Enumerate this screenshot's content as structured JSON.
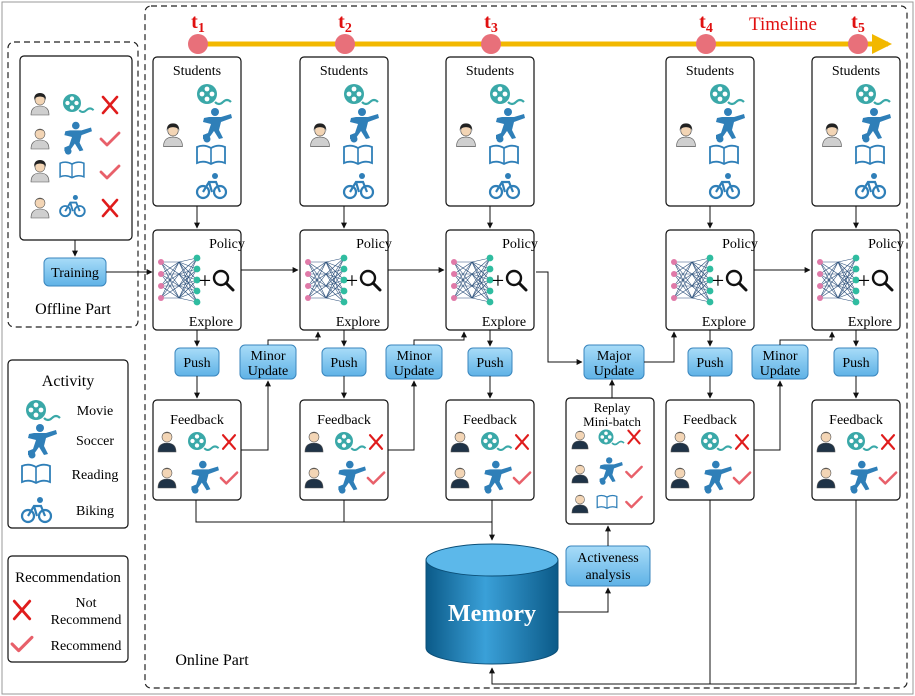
{
  "timeline": {
    "label": "Timeline",
    "ticks": [
      {
        "base": "t",
        "sub": "1"
      },
      {
        "base": "t",
        "sub": "2"
      },
      {
        "base": "t",
        "sub": "3"
      },
      {
        "base": "t",
        "sub": "4"
      },
      {
        "base": "t",
        "sub": "5"
      }
    ]
  },
  "offline": {
    "title": "Offline Part",
    "training_label": "Training"
  },
  "online": {
    "title": "Online Part"
  },
  "stage_labels": {
    "students": "Students",
    "policy": "Policy",
    "explore": "Explore",
    "feedback": "Feedback",
    "push": "Push",
    "minor_update": [
      "Minor",
      "Update"
    ],
    "major_update": [
      "Major",
      "Update"
    ],
    "replay": [
      "Replay",
      "Mini-batch"
    ],
    "activeness": [
      "Activeness",
      "analysis"
    ],
    "memory": "Memory"
  },
  "activity_legend": {
    "title": "Activity",
    "items": [
      {
        "icon": "movie-icon",
        "label": "Movie"
      },
      {
        "icon": "soccer-icon",
        "label": "Soccer"
      },
      {
        "icon": "reading-icon",
        "label": "Reading"
      },
      {
        "icon": "biking-icon",
        "label": "Biking"
      }
    ]
  },
  "recommendation_legend": {
    "title": "Recommendation",
    "items": [
      {
        "icon": "cross-icon",
        "label": [
          "Not",
          "Recommend"
        ]
      },
      {
        "icon": "check-icon",
        "label": [
          "Recommend"
        ]
      }
    ]
  },
  "colors": {
    "timeline": "#f2b800",
    "tick_dot": "#e8707a",
    "tick_text": "#e01010",
    "icon_blue": "#2f7fb8",
    "button_fill": "#7fc4ee",
    "cross": "#e01c1c",
    "check": "#e8606a",
    "memory_dark": "#0d5f8e",
    "memory_light": "#3aa0d8"
  }
}
